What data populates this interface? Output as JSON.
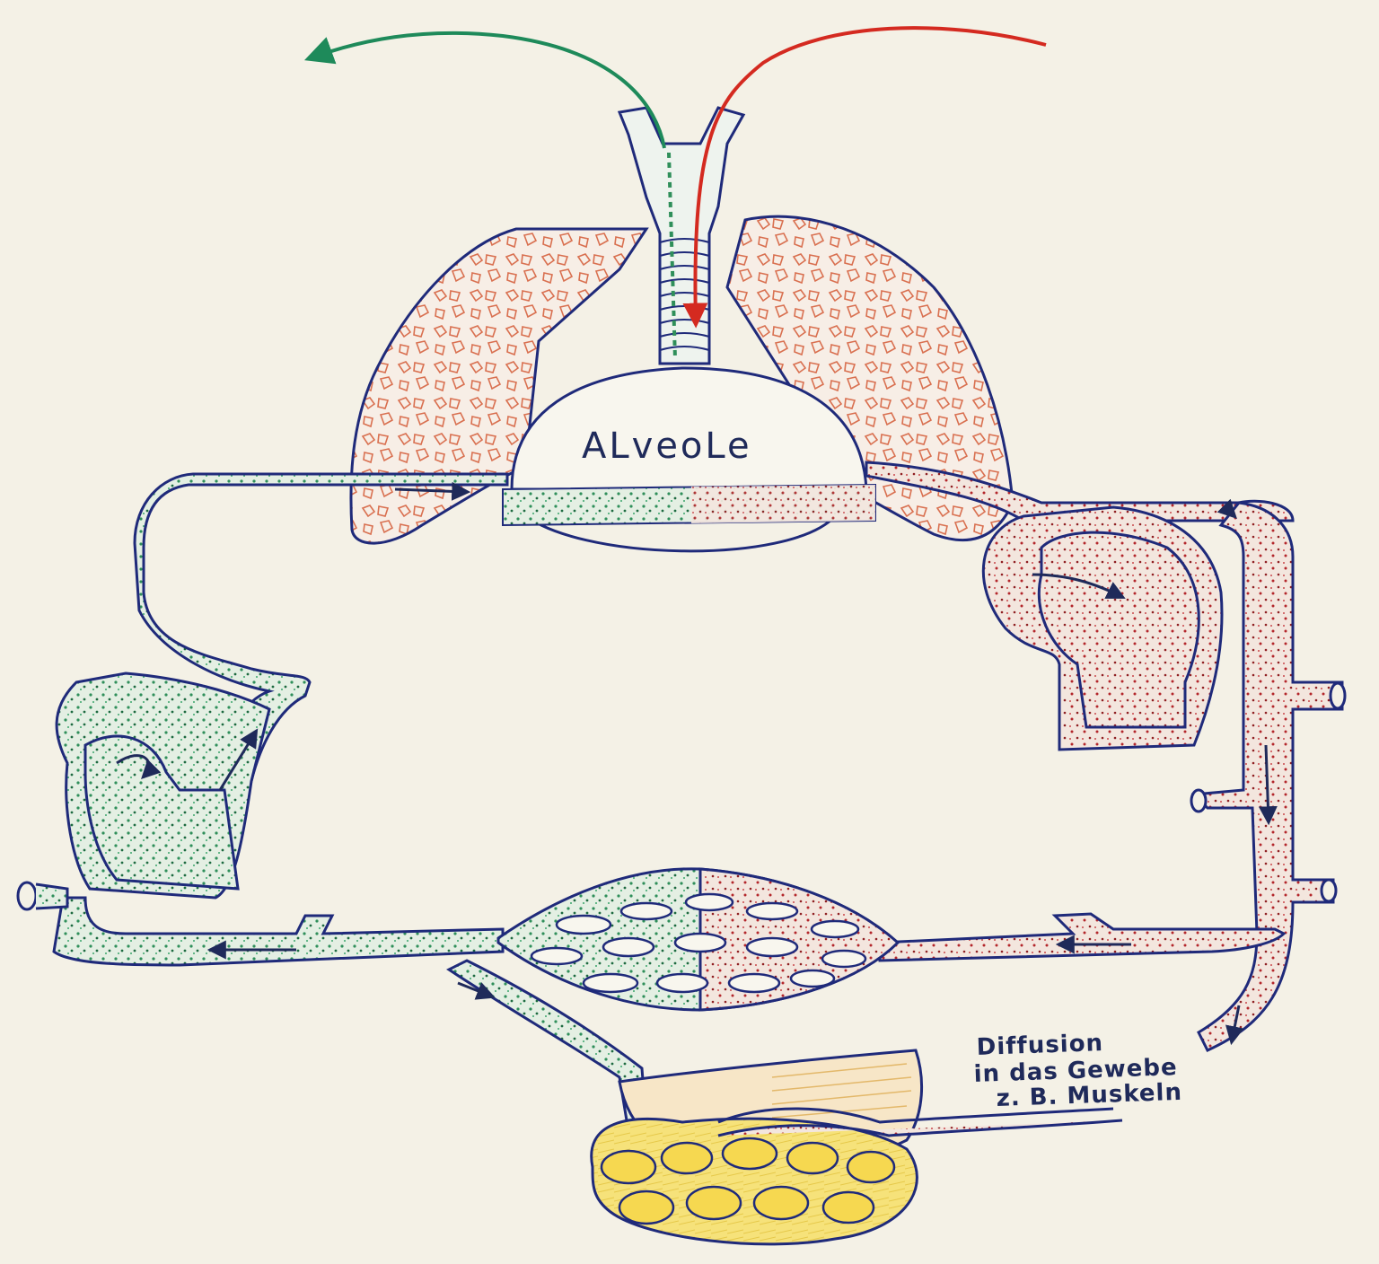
{
  "diagram": {
    "labels": {
      "alveole": "ALveoLe",
      "diffusion_line1": "Diffusion",
      "diffusion_line2": "in das Gewebe",
      "diffusion_line3": "z. B. Muskeln"
    },
    "colors": {
      "outline": "#1f2a7a",
      "deoxygenated_blood": "#2f8f5a",
      "oxygenated_blood": "#b3262b",
      "lung_tissue": "#d97050",
      "muscle_fat": "#f0d860",
      "paper": "#f4f1e6",
      "exhale_arrow": "#1e8a5a",
      "inhale_arrow": "#d42a20"
    }
  }
}
